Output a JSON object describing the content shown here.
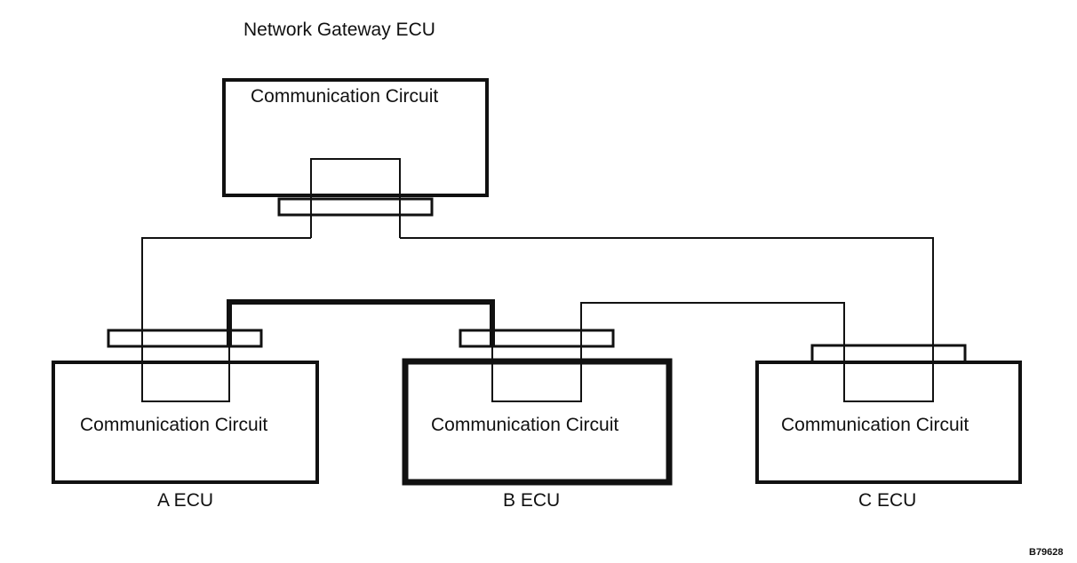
{
  "diagram": {
    "gateway": {
      "title": "Network Gateway ECU",
      "circuit_label": "Communication Circuit"
    },
    "ecus": [
      {
        "name": "A ECU",
        "circuit_label": "Communication Circuit",
        "highlighted": false
      },
      {
        "name": "B ECU",
        "circuit_label": "Communication Circuit",
        "highlighted": true
      },
      {
        "name": "C ECU",
        "circuit_label": "Communication Circuit",
        "highlighted": false
      }
    ],
    "figure_code": "B79628"
  }
}
